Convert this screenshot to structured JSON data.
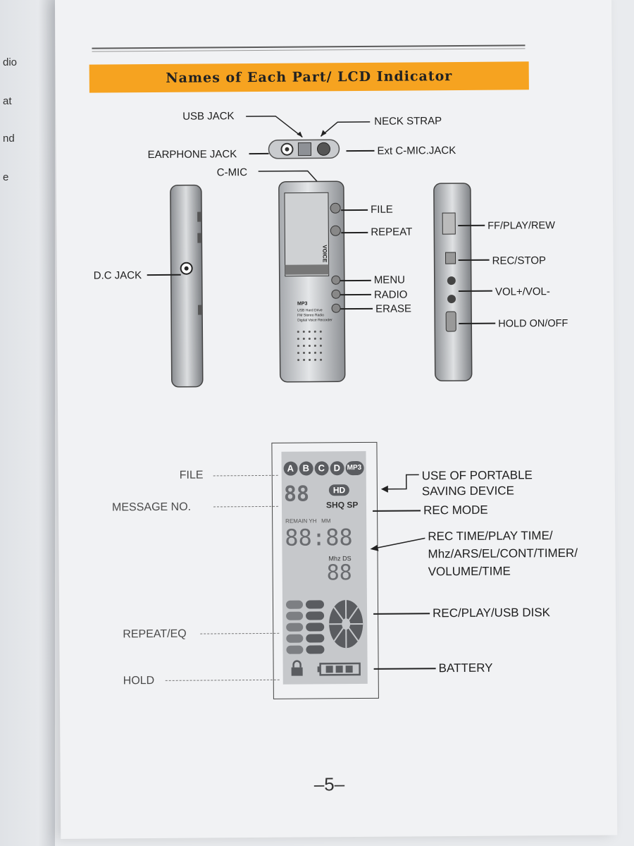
{
  "prev_page": {
    "fragments": [
      "dio",
      "at",
      "nd",
      "e"
    ]
  },
  "section": {
    "title": "Names of Each Part/ LCD Indicator"
  },
  "top_labels": {
    "usb_jack": "USB JACK",
    "neck_strap": "NECK STRAP",
    "earphone_jack": "EARPHONE JACK",
    "ext_cmic_jack": "Ext C-MIC.JACK",
    "c_mic": "C-MIC"
  },
  "left_device": {
    "dc_jack": "D.C JACK"
  },
  "front_device": {
    "file": "FILE",
    "repeat": "REPEAT",
    "menu": "MENU",
    "radio": "RADIO",
    "erase": "ERASE",
    "brand": "MP3",
    "features": [
      "USB Hard Drive",
      "FM Stereo Radio",
      "Digital Voice Recorder"
    ],
    "side_text": "VOICE"
  },
  "right_device": {
    "ff_play_rew": "FF/PLAY/REW",
    "rec_stop": "REC/STOP",
    "vol": "VOL+/VOL-",
    "hold": "HOLD ON/OFF"
  },
  "lcd_labels_left": {
    "file": "FILE",
    "message_no": "MESSAGE NO.",
    "repeat_eq": "REPEAT/EQ",
    "hold": "HOLD"
  },
  "lcd_labels_right": {
    "portable_1": "USE OF PORTABLE",
    "portable_2": "SAVING DEVICE",
    "rec_mode": "REC MODE",
    "rec_time_1": "REC TIME/PLAY TIME/",
    "rec_time_2": "Mhz/ARS/EL/CONT/TIMER/",
    "rec_time_3": "VOLUME/TIME",
    "rec_play_usb": "REC/PLAY/USB DISK",
    "battery": "BATTERY"
  },
  "lcd_display": {
    "folders": [
      "A",
      "B",
      "C",
      "D",
      "MP3"
    ],
    "hd": "HD",
    "modes": "SHQ SP",
    "time_header": "REMAIN YH   MM",
    "digits_big": "88:88",
    "digits_small": "88",
    "mhz_ds": "Mhz DS",
    "msg_digits": "88"
  },
  "page_number": "–5–"
}
